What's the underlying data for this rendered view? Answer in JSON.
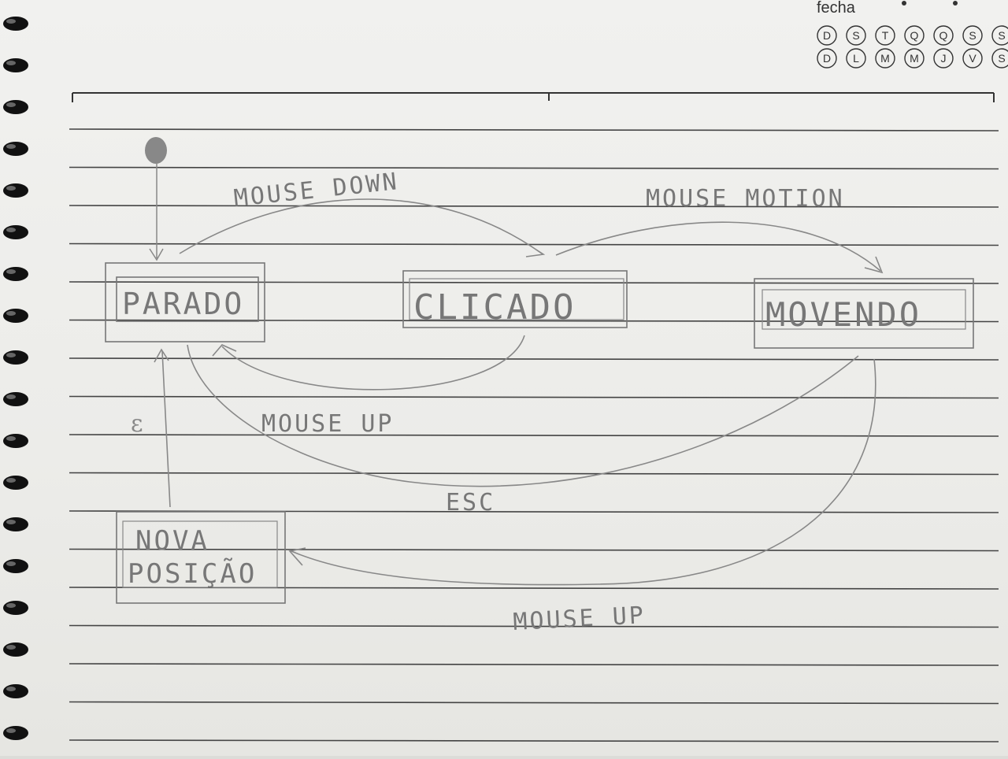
{
  "header": {
    "date_label": "fecha",
    "weekdays_top": [
      "D",
      "S",
      "T",
      "Q",
      "Q",
      "S",
      "S"
    ],
    "weekdays_bottom": [
      "D",
      "L",
      "M",
      "M",
      "J",
      "V",
      "S"
    ]
  },
  "states": {
    "parado": "PARADO",
    "clicado": "CLICADO",
    "movendo": "MOVENDO",
    "nova_posicao_line1": "NOVA",
    "nova_posicao_line2": "POSIÇÃO"
  },
  "transitions": {
    "mouse_down": "MOUSE DOWN",
    "mouse_motion": "MOUSE MOTION",
    "mouse_up_clicado": "MOUSE UP",
    "esc": "ESC",
    "mouse_up_movendo": "MOUSE UP",
    "epsilon": "ε"
  },
  "colors": {
    "pencil": "#7a7a7a",
    "ruled_line": "#3a3a3a",
    "paper": "#eeeeeb"
  }
}
